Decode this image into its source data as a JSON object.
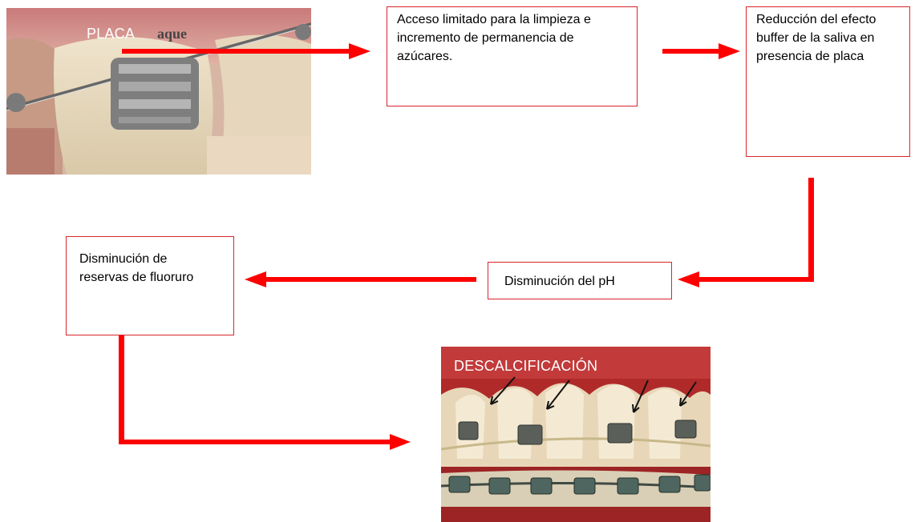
{
  "colors": {
    "arrow": "#ff0000",
    "box_border": "#d9262c"
  },
  "nodes": {
    "placa": {
      "label": "PLACA",
      "image": "braces-plaque-photo"
    },
    "acceso": {
      "text": "Acceso limitado para la limpieza e incremento de permanencia de azúcares."
    },
    "reduccion": {
      "text": "Reducción del efecto buffer de la saliva en presencia de placa"
    },
    "ph": {
      "text": "Disminución del pH"
    },
    "fluoruro": {
      "text": "Disminución de reservas de fluoruro"
    },
    "descalcificacion": {
      "label": "DESCALCIFICACIÓN",
      "image": "decalcified-teeth-photo"
    }
  },
  "edges": [
    {
      "from": "placa",
      "to": "acceso"
    },
    {
      "from": "acceso",
      "to": "reduccion"
    },
    {
      "from": "reduccion",
      "to": "ph"
    },
    {
      "from": "ph",
      "to": "fluoruro"
    },
    {
      "from": "fluoruro",
      "to": "descalcificacion"
    }
  ]
}
